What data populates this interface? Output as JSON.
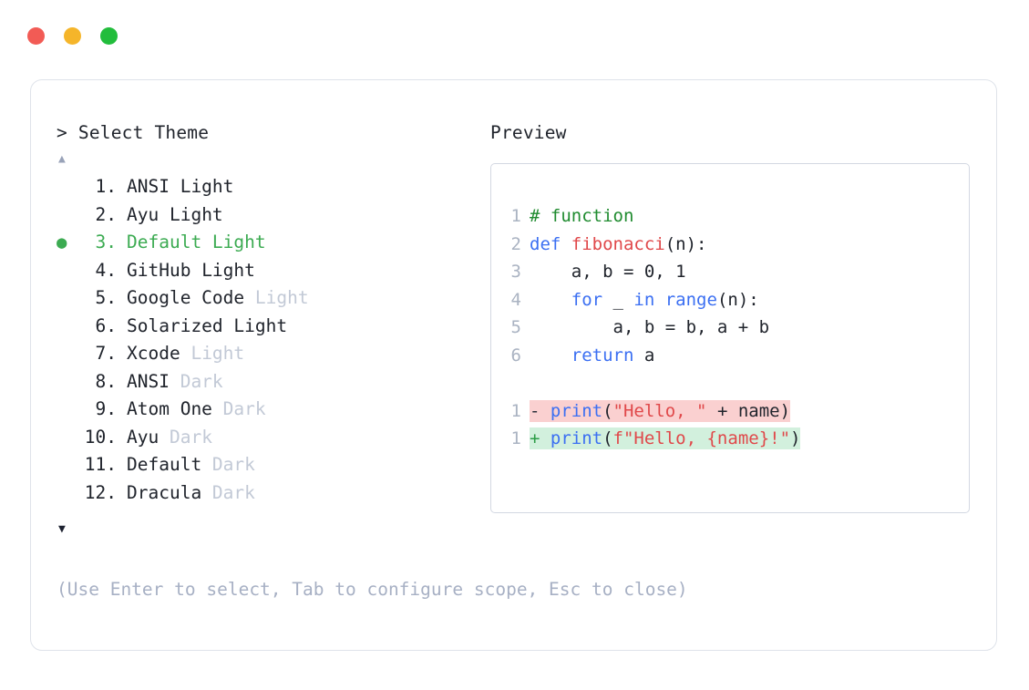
{
  "window": {
    "dots": [
      {
        "name": "close",
        "color": "#f25b55"
      },
      {
        "name": "minimize",
        "color": "#f5b52a"
      },
      {
        "name": "maximize",
        "color": "#22bd3c"
      }
    ]
  },
  "prompt": {
    "title": "> Select Theme",
    "scroll_up_icon": "▲",
    "scroll_down_icon": "▼",
    "selected_index": 3,
    "selection_bullet": "●",
    "accent_color": "#3cab52",
    "dim_color": "#c2c9d6"
  },
  "themes": [
    {
      "number": "1.",
      "name": "ANSI",
      "variant": "Light",
      "variant_dim": false,
      "selected": false
    },
    {
      "number": "2.",
      "name": "Ayu",
      "variant": "Light",
      "variant_dim": false,
      "selected": false
    },
    {
      "number": "3.",
      "name": "Default",
      "variant": "Light",
      "variant_dim": false,
      "selected": true
    },
    {
      "number": "4.",
      "name": "GitHub",
      "variant": "Light",
      "variant_dim": false,
      "selected": false
    },
    {
      "number": "5.",
      "name": "Google Code",
      "variant": "Light",
      "variant_dim": true,
      "selected": false
    },
    {
      "number": "6.",
      "name": "Solarized",
      "variant": "Light",
      "variant_dim": false,
      "selected": false
    },
    {
      "number": "7.",
      "name": "Xcode",
      "variant": "Light",
      "variant_dim": true,
      "selected": false
    },
    {
      "number": "8.",
      "name": "ANSI",
      "variant": "Dark",
      "variant_dim": true,
      "selected": false
    },
    {
      "number": "9.",
      "name": "Atom One",
      "variant": "Dark",
      "variant_dim": true,
      "selected": false
    },
    {
      "number": "10.",
      "name": "Ayu",
      "variant": "Dark",
      "variant_dim": true,
      "selected": false
    },
    {
      "number": "11.",
      "name": "Default",
      "variant": "Dark",
      "variant_dim": true,
      "selected": false
    },
    {
      "number": "12.",
      "name": "Dracula",
      "variant": "Dark",
      "variant_dim": true,
      "selected": false
    }
  ],
  "hint": "(Use Enter to select, Tab to configure scope, Esc to close)",
  "preview": {
    "title": "Preview",
    "code_lines": [
      {
        "num": "1",
        "tokens": [
          {
            "t": "# function",
            "c": "comment"
          }
        ]
      },
      {
        "num": "2",
        "tokens": [
          {
            "t": "def ",
            "c": "keyword"
          },
          {
            "t": "fibonacci",
            "c": "fn"
          },
          {
            "t": "(n):",
            "c": "plain"
          }
        ]
      },
      {
        "num": "3",
        "tokens": [
          {
            "t": "    a, b = 0, 1",
            "c": "plain"
          }
        ]
      },
      {
        "num": "4",
        "tokens": [
          {
            "t": "    ",
            "c": "plain"
          },
          {
            "t": "for",
            "c": "keyword"
          },
          {
            "t": " _ ",
            "c": "plain"
          },
          {
            "t": "in range",
            "c": "keyword"
          },
          {
            "t": "(n):",
            "c": "plain"
          }
        ]
      },
      {
        "num": "5",
        "tokens": [
          {
            "t": "        a, b = b, a + b",
            "c": "plain"
          }
        ]
      },
      {
        "num": "6",
        "tokens": [
          {
            "t": "    ",
            "c": "plain"
          },
          {
            "t": "return",
            "c": "keyword"
          },
          {
            "t": " a",
            "c": "plain"
          }
        ]
      }
    ],
    "diff_lines": [
      {
        "num": "1",
        "marker": "-",
        "kind": "del",
        "tokens": [
          {
            "t": "print",
            "c": "keyword"
          },
          {
            "t": "(",
            "c": "plain"
          },
          {
            "t": "\"Hello, \"",
            "c": "string"
          },
          {
            "t": " + name)",
            "c": "plain"
          }
        ]
      },
      {
        "num": "1",
        "marker": "+",
        "kind": "add",
        "tokens": [
          {
            "t": "print",
            "c": "keyword"
          },
          {
            "t": "(",
            "c": "plain"
          },
          {
            "t": "f\"Hello, {name}!\"",
            "c": "string"
          },
          {
            "t": ")",
            "c": "plain"
          }
        ]
      }
    ],
    "colors": {
      "comment": "#1f8b2f",
      "keyword": "#3b6ff2",
      "function": "#e0484a",
      "string": "#e0484a",
      "plain": "#20242c",
      "line_number": "#aab3c2",
      "diff_removed_bg": "#fad0d0",
      "diff_added_bg": "#d2f0dd"
    }
  }
}
